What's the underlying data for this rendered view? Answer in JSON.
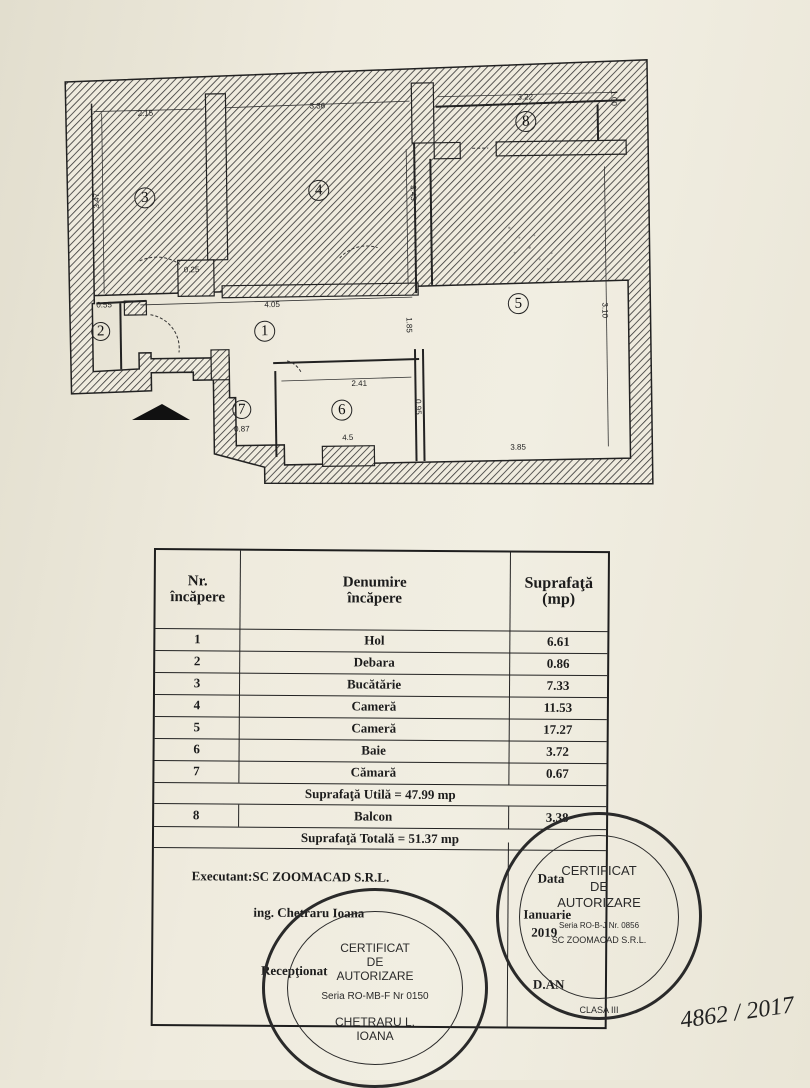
{
  "plan": {
    "dims": [
      "2.15",
      "3.36",
      "3.22",
      "3.47",
      "3.43",
      "1.00",
      "4.05",
      "2.41",
      "3.10",
      "0.55",
      "1.85",
      "0.87",
      "0.95",
      "4.5",
      "3.85",
      "0.25"
    ],
    "rooms": [
      "1",
      "2",
      "3",
      "4",
      "5",
      "6",
      "7",
      "8"
    ]
  },
  "table": {
    "header": {
      "nr": [
        "Nr.",
        "încăpere"
      ],
      "name": [
        "Denumire",
        "încăpere"
      ],
      "area": [
        "Suprafaţă",
        "(mp)"
      ]
    },
    "rows": [
      {
        "nr": "1",
        "name": "Hol",
        "area": "6.61"
      },
      {
        "nr": "2",
        "name": "Debara",
        "area": "0.86"
      },
      {
        "nr": "3",
        "name": "Bucătărie",
        "area": "7.33"
      },
      {
        "nr": "4",
        "name": "Cameră",
        "area": "11.53"
      },
      {
        "nr": "5",
        "name": "Cameră",
        "area": "17.27"
      },
      {
        "nr": "6",
        "name": "Baie",
        "area": "3.72"
      },
      {
        "nr": "7",
        "name": "Cămară",
        "area": "0.67"
      }
    ],
    "useful_total": "Suprafaţă Utilă = 47.99 mp",
    "balcony": {
      "nr": "8",
      "name": "Balcon",
      "area": "3.38"
    },
    "grand_total": "Suprafaţă Totală = 51.37 mp",
    "executor": "Executant:SC ZOOMACAD S.R.L.",
    "engineer": "ing. Chetraru Ioana",
    "receiver": "Recepţionat",
    "date_label": "Data",
    "date_value": [
      "Ianuarie",
      "2019"
    ],
    "sign_label": "D.AN"
  },
  "stamp_left": {
    "title": [
      "CERTIFICAT",
      "DE",
      "AUTORIZARE"
    ],
    "series": "Seria RO-MB-F Nr 0150",
    "name": [
      "CHETRARU L.",
      "IOANA"
    ]
  },
  "stamp_right": {
    "title": [
      "CERTIFICAT",
      "DE",
      "AUTORIZARE"
    ],
    "series": "Seria RO-B-J Nr. 0856",
    "name": "SC ZOOMACAD S.R.L.",
    "class": "CLASA III"
  },
  "signature": "4862 / 2017"
}
